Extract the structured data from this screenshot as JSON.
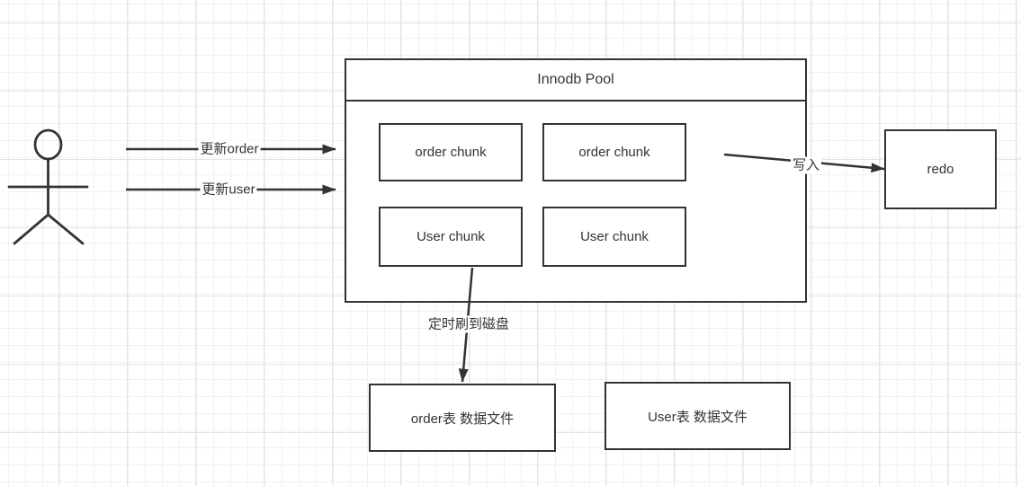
{
  "pool": {
    "title": "Innodb Pool",
    "chunks": [
      {
        "label": "order chunk"
      },
      {
        "label": "order chunk"
      },
      {
        "label": "User chunk"
      },
      {
        "label": "User chunk"
      }
    ]
  },
  "redo": {
    "label": "redo"
  },
  "files": [
    {
      "label": "order表 数据文件"
    },
    {
      "label": "User表 数据文件"
    }
  ],
  "edges": {
    "update_order": {
      "label": "更新order"
    },
    "update_user": {
      "label": "更新user"
    },
    "write": {
      "label": "写入"
    },
    "flush": {
      "label": "定时刷到磁盘"
    }
  },
  "colors": {
    "stroke": "#333333",
    "text": "#333333",
    "canvas_background": "#ffffff",
    "shape_fill": "#ffffff",
    "grid_minor": "#f1f1f1",
    "grid_major": "#e4e4e4"
  }
}
